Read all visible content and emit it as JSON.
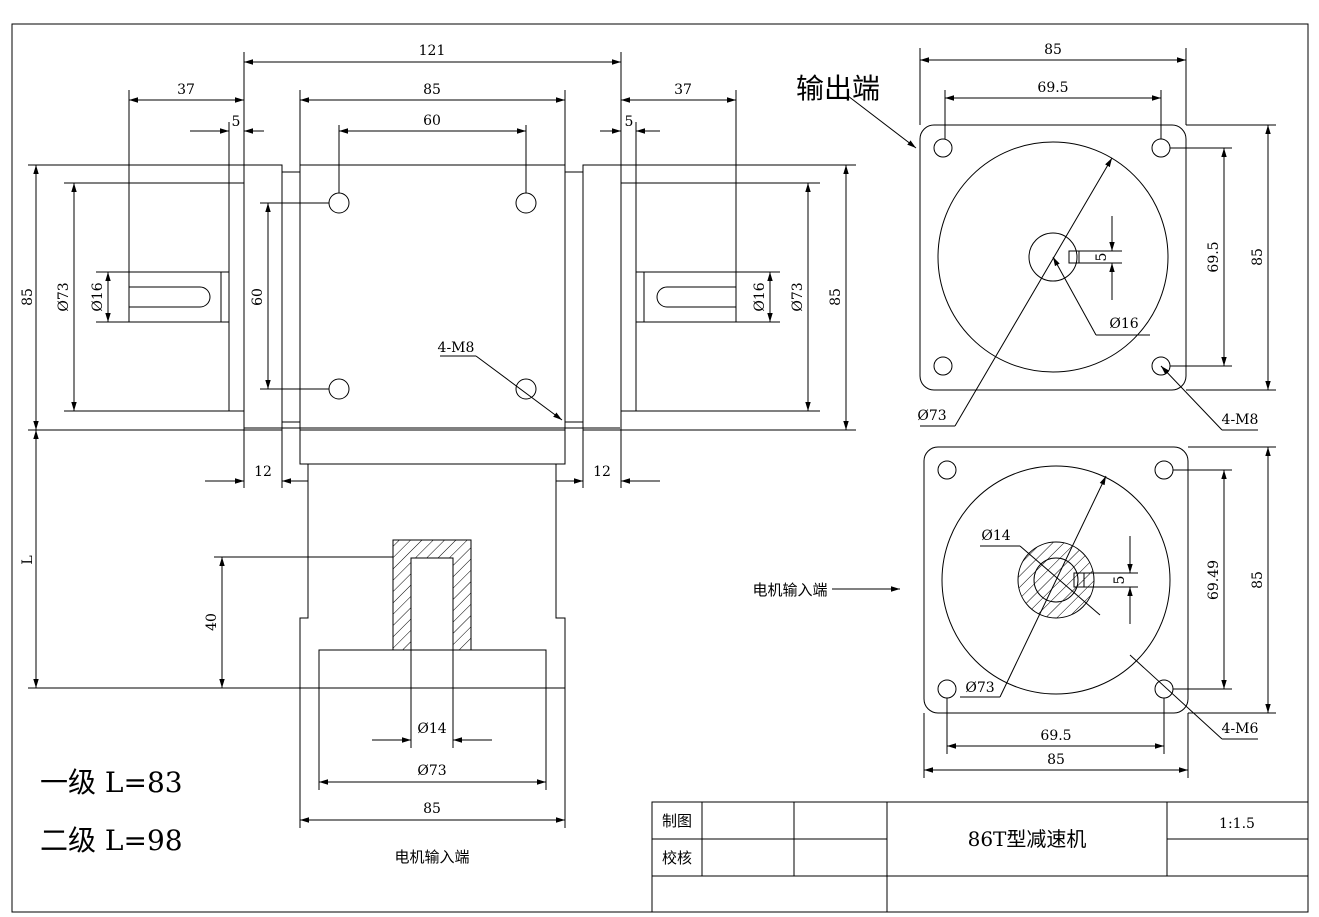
{
  "dimensions": {
    "overall_width": "121",
    "shaft_ext_left": "37",
    "shaft_ext_right": "37",
    "housing_width": "85",
    "bolt_spacing": "60",
    "step_left": "5",
    "step_right": "5",
    "flange_left": "12",
    "flange_right": "12",
    "height_left": "85",
    "height_right": "85",
    "dia73_left": "Ø73",
    "dia73_right": "Ø73",
    "dia16_left": "Ø16",
    "dia16_right": "Ø16",
    "bolt_vert": "60",
    "bolt_callout": "4-M8",
    "length_L": "L",
    "input_depth": "40",
    "input_bore": "Ø14",
    "input_pilot": "Ø73",
    "input_base": "85"
  },
  "labels": {
    "output_end": "输出端",
    "motor_input_side": "电机输入端",
    "motor_input_bottom": "电机输入端"
  },
  "output_view": {
    "width": "85",
    "bolt_spacing_h": "69.5",
    "bolt_spacing_v": "69.5",
    "height": "85",
    "key": "5",
    "shaft_dia": "Ø16",
    "pilot_dia": "Ø73",
    "bolts": "4-M8"
  },
  "input_view": {
    "bore_dia": "Ø14",
    "key": "5",
    "bolt_spacing_v": "69.49",
    "height": "85",
    "pilot_dia": "Ø73",
    "bolts": "4-M6",
    "bolt_spacing_h": "69.5",
    "width": "85"
  },
  "notes": {
    "stage1": "一级 L=83",
    "stage2": "二级 L=98"
  },
  "title_block": {
    "drawn_label": "制图",
    "checked_label": "校核",
    "title": "86T型减速机",
    "scale": "1:1.5"
  }
}
